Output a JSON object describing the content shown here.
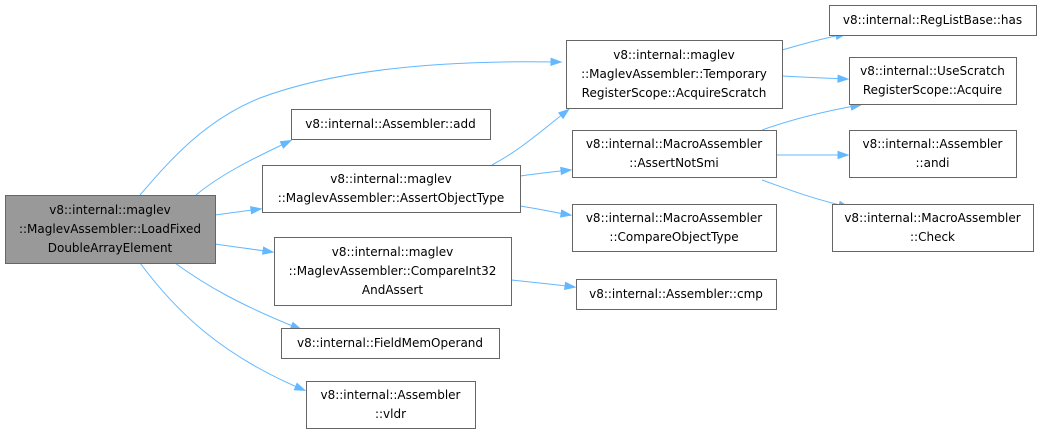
{
  "diagram": {
    "nodes": [
      {
        "id": "root",
        "lines": [
          "v8::internal::maglev",
          "::MaglevAssembler::LoadFixed",
          "DoubleArrayElement"
        ],
        "root": true
      },
      {
        "id": "add",
        "lines": [
          "v8::internal::Assembler::add"
        ]
      },
      {
        "id": "assertObjectType",
        "lines": [
          "v8::internal::maglev",
          "::MaglevAssembler::AssertObjectType"
        ]
      },
      {
        "id": "compareInt32",
        "lines": [
          "v8::internal::maglev",
          "::MaglevAssembler::CompareInt32",
          "AndAssert"
        ]
      },
      {
        "id": "fieldMemOperand",
        "lines": [
          "v8::internal::FieldMemOperand"
        ]
      },
      {
        "id": "vldr",
        "lines": [
          "v8::internal::Assembler",
          "::vldr"
        ]
      },
      {
        "id": "acquireScratch",
        "lines": [
          "v8::internal::maglev",
          "::MaglevAssembler::Temporary",
          "RegisterScope::AcquireScratch"
        ]
      },
      {
        "id": "assertNotSmi",
        "lines": [
          "v8::internal::MacroAssembler",
          "::AssertNotSmi"
        ]
      },
      {
        "id": "compareObjectType",
        "lines": [
          "v8::internal::MacroAssembler",
          "::CompareObjectType"
        ]
      },
      {
        "id": "cmp",
        "lines": [
          "v8::internal::Assembler::cmp"
        ]
      },
      {
        "id": "regListHas",
        "lines": [
          "v8::internal::RegListBase::has"
        ]
      },
      {
        "id": "useScratchAcquire",
        "lines": [
          "v8::internal::UseScratch",
          "RegisterScope::Acquire"
        ]
      },
      {
        "id": "andi",
        "lines": [
          "v8::internal::Assembler",
          "::andi"
        ]
      },
      {
        "id": "check",
        "lines": [
          "v8::internal::MacroAssembler",
          "::Check"
        ]
      }
    ],
    "edges": [
      {
        "from": "root",
        "to": "acquireScratch"
      },
      {
        "from": "root",
        "to": "add"
      },
      {
        "from": "root",
        "to": "assertObjectType"
      },
      {
        "from": "root",
        "to": "compareInt32"
      },
      {
        "from": "root",
        "to": "fieldMemOperand"
      },
      {
        "from": "root",
        "to": "vldr"
      },
      {
        "from": "assertObjectType",
        "to": "acquireScratch"
      },
      {
        "from": "assertObjectType",
        "to": "assertNotSmi"
      },
      {
        "from": "assertObjectType",
        "to": "compareObjectType"
      },
      {
        "from": "compareInt32",
        "to": "cmp"
      },
      {
        "from": "acquireScratch",
        "to": "regListHas"
      },
      {
        "from": "acquireScratch",
        "to": "useScratchAcquire"
      },
      {
        "from": "assertNotSmi",
        "to": "useScratchAcquire"
      },
      {
        "from": "assertNotSmi",
        "to": "andi"
      },
      {
        "from": "assertNotSmi",
        "to": "check"
      }
    ],
    "colors": {
      "edge": "#63b8ff",
      "root_fill": "#999999",
      "node_fill": "#ffffff",
      "node_border": "#666666",
      "text": "#000000"
    }
  }
}
